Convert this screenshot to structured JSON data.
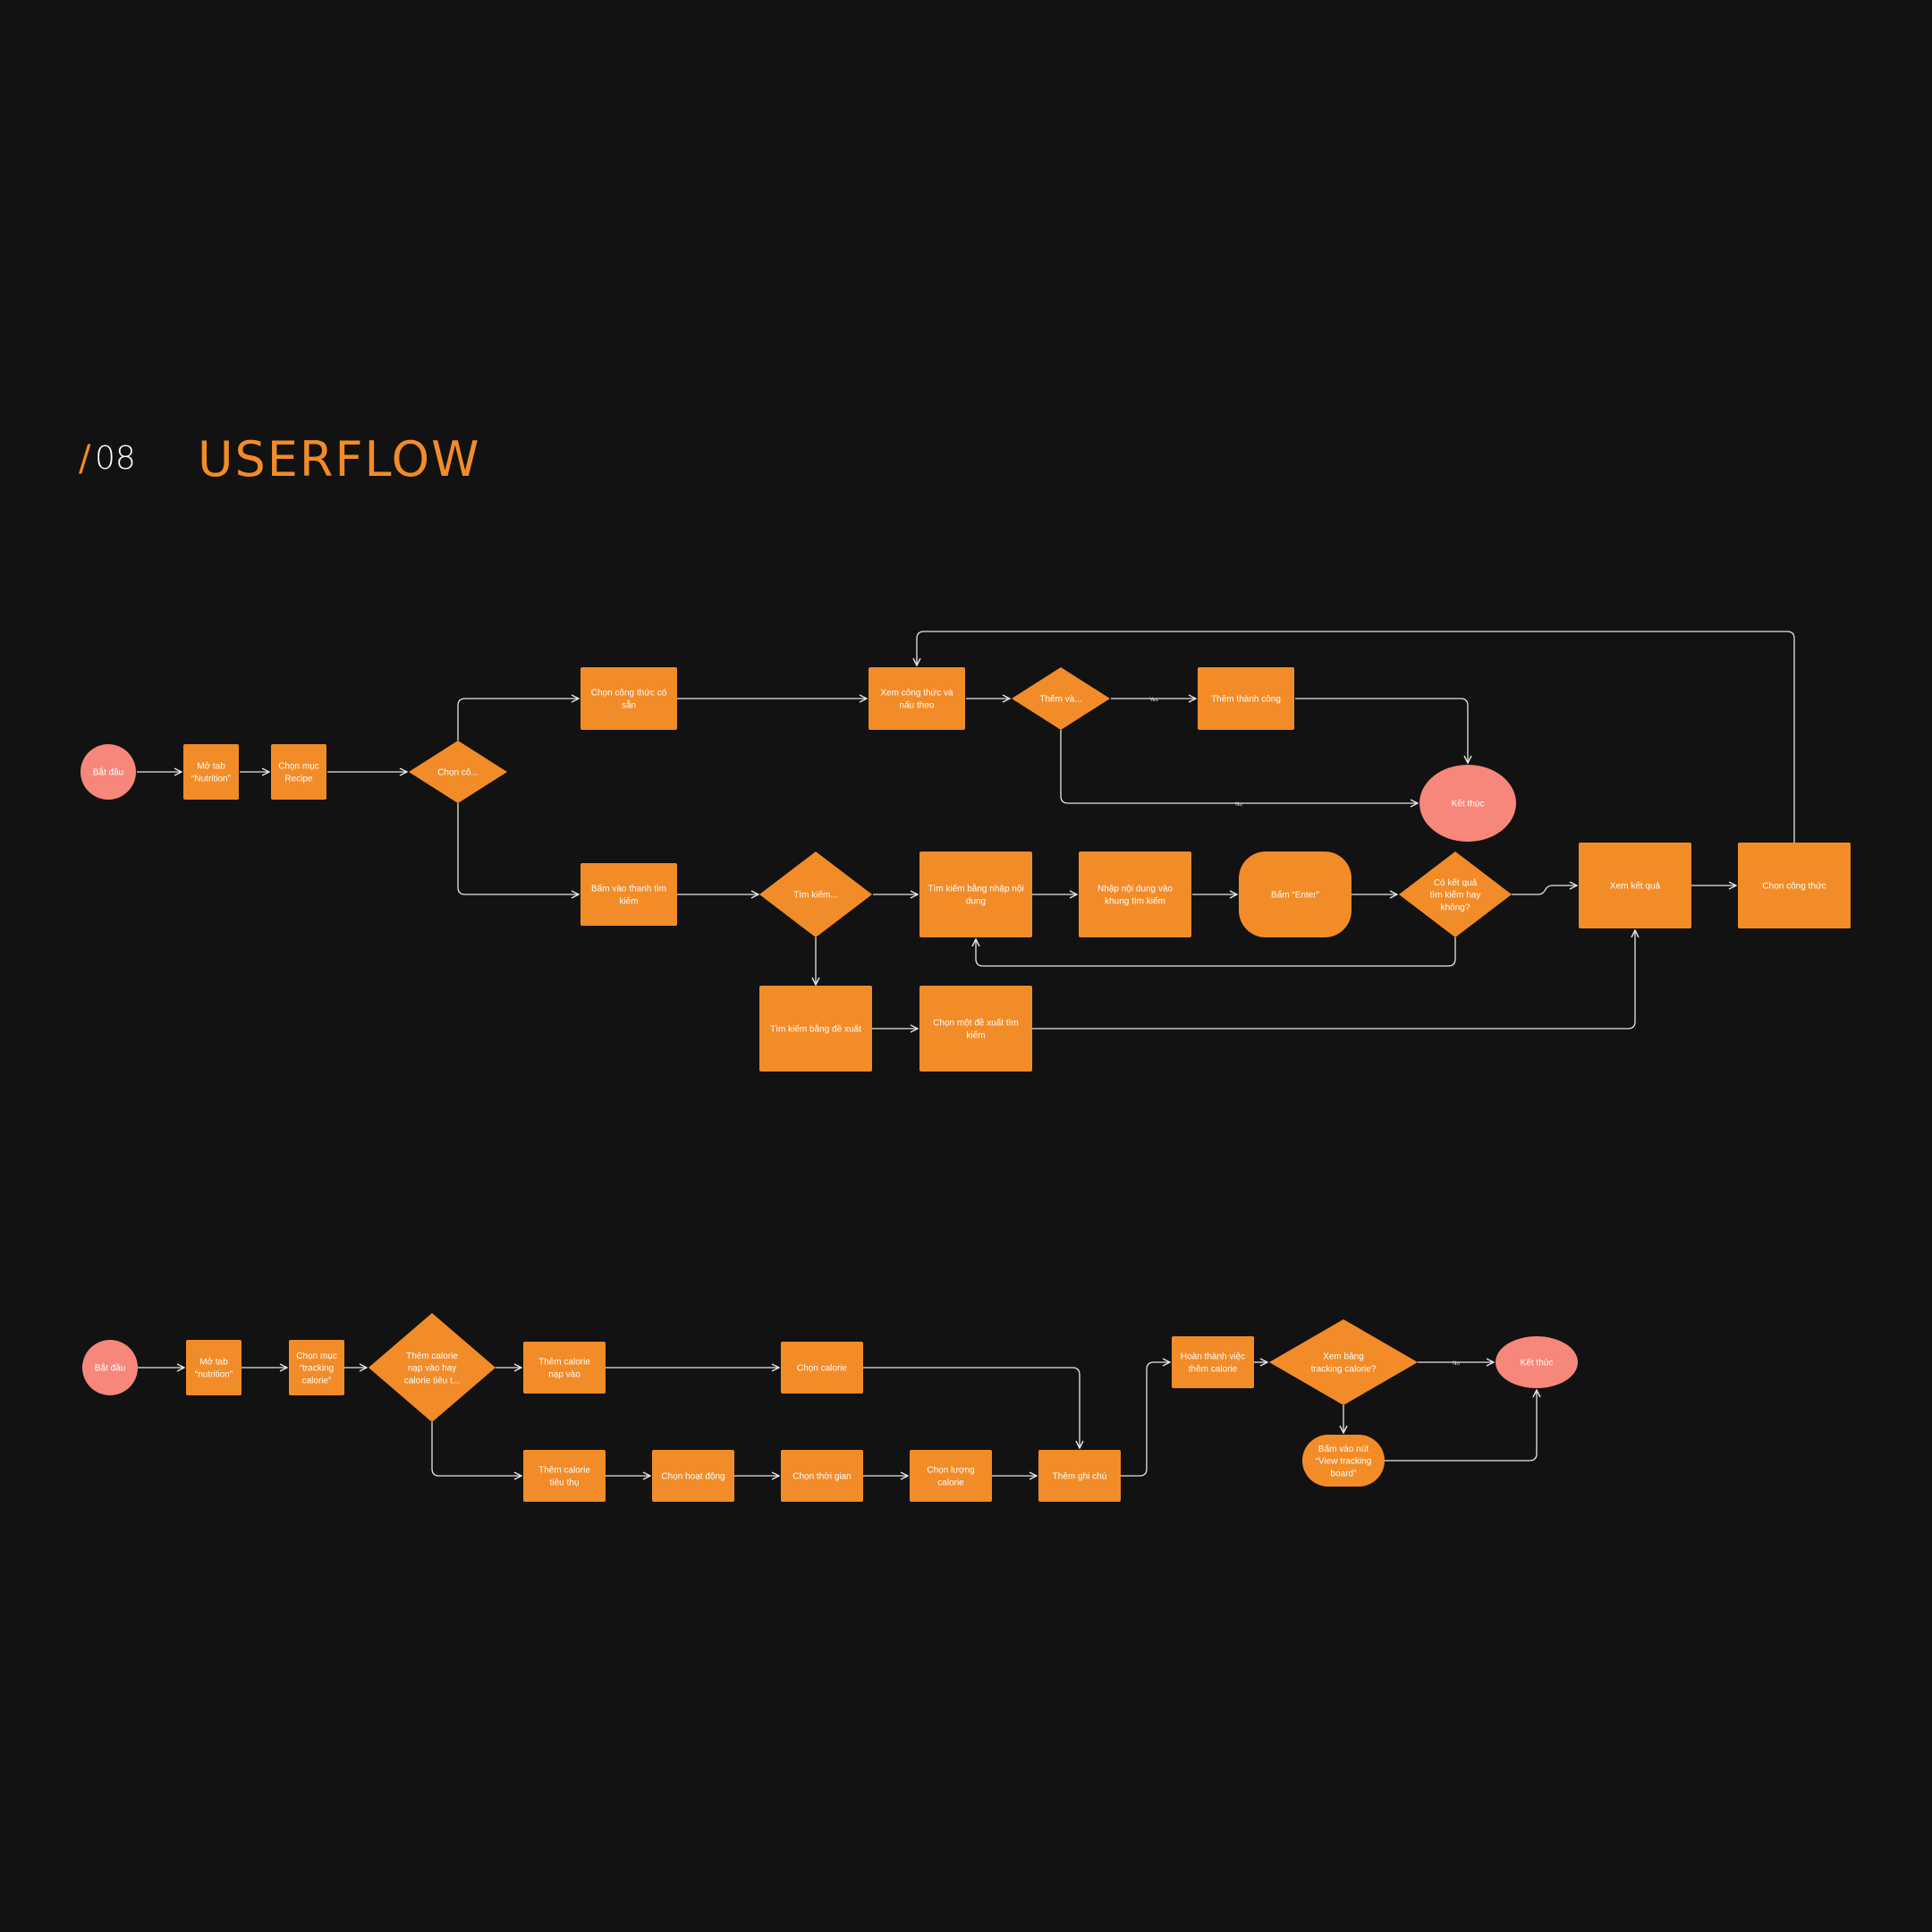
{
  "header": {
    "slash": "/",
    "number": "08",
    "title": "USERFLOW"
  },
  "colors": {
    "background": "#121212",
    "box": "#F28C28",
    "terminal": "#F7877A",
    "line": "#E6E6E6",
    "text": "#FFFFFF"
  },
  "flow1": {
    "start": "Bắt đầu",
    "open_tab": [
      "Mở tab",
      "“Nutrition”"
    ],
    "choose_recipe": [
      "Chọn mục",
      "Recipe"
    ],
    "decision_choose": "Chọn cô...",
    "choose_available": [
      "Chọn công thức có",
      "sẵn"
    ],
    "view_cook": [
      "Xem công thức và",
      "nấu theo"
    ],
    "decision_add": "Thêm và...",
    "yes_label": "Yes",
    "no_label": "No",
    "add_success": "Thêm thành công",
    "end": "Kết thúc",
    "tap_search_bar": [
      "Bấm vào thanh tìm",
      "kiếm"
    ],
    "decision_search": "Tìm kiếm...",
    "search_input": [
      "Tìm kiếm bằng nhập nội",
      "dung"
    ],
    "enter_content": [
      "Nhập nội dung vào",
      "khung tìm kiếm"
    ],
    "press_enter": "Bấm “Enter”",
    "decision_result": [
      "Có kết quả",
      "tìm kiếm hay",
      "không?"
    ],
    "view_result": "Xem kết quả",
    "choose_recipe_final": "Chọn công thức",
    "search_suggest": "Tìm kiếm bằng đề xuất",
    "choose_suggest": [
      "Chọn một đề xuất tìm",
      "kiếm"
    ]
  },
  "flow2": {
    "start": "Bắt đầu",
    "open_tab": [
      "Mở tab",
      "“nutrition”"
    ],
    "choose_tracking": [
      "Chọn mục",
      "“tracking",
      "calorie”"
    ],
    "decision_type": [
      "Thêm calorie",
      "nạp vào hay",
      "calorie tiêu t..."
    ],
    "add_intake": [
      "Thêm calorie",
      "nạp vào"
    ],
    "choose_calorie": "Chọn calorie",
    "add_burn": [
      "Thêm calorie",
      "tiêu thụ"
    ],
    "choose_activity": "Chọn hoạt động",
    "choose_time": "Chọn thời gian",
    "choose_amount": [
      "Chọn lượng",
      "calorie"
    ],
    "add_note": "Thêm ghi chú",
    "complete": [
      "Hoàn thành việc",
      "thêm calorie"
    ],
    "decision_view": [
      "Xem bảng",
      "tracking calorie?"
    ],
    "no_label": "No",
    "end": "Kết thúc",
    "tap_view_board": [
      "Bấm vào nút",
      "“View tracking",
      "board”"
    ]
  }
}
